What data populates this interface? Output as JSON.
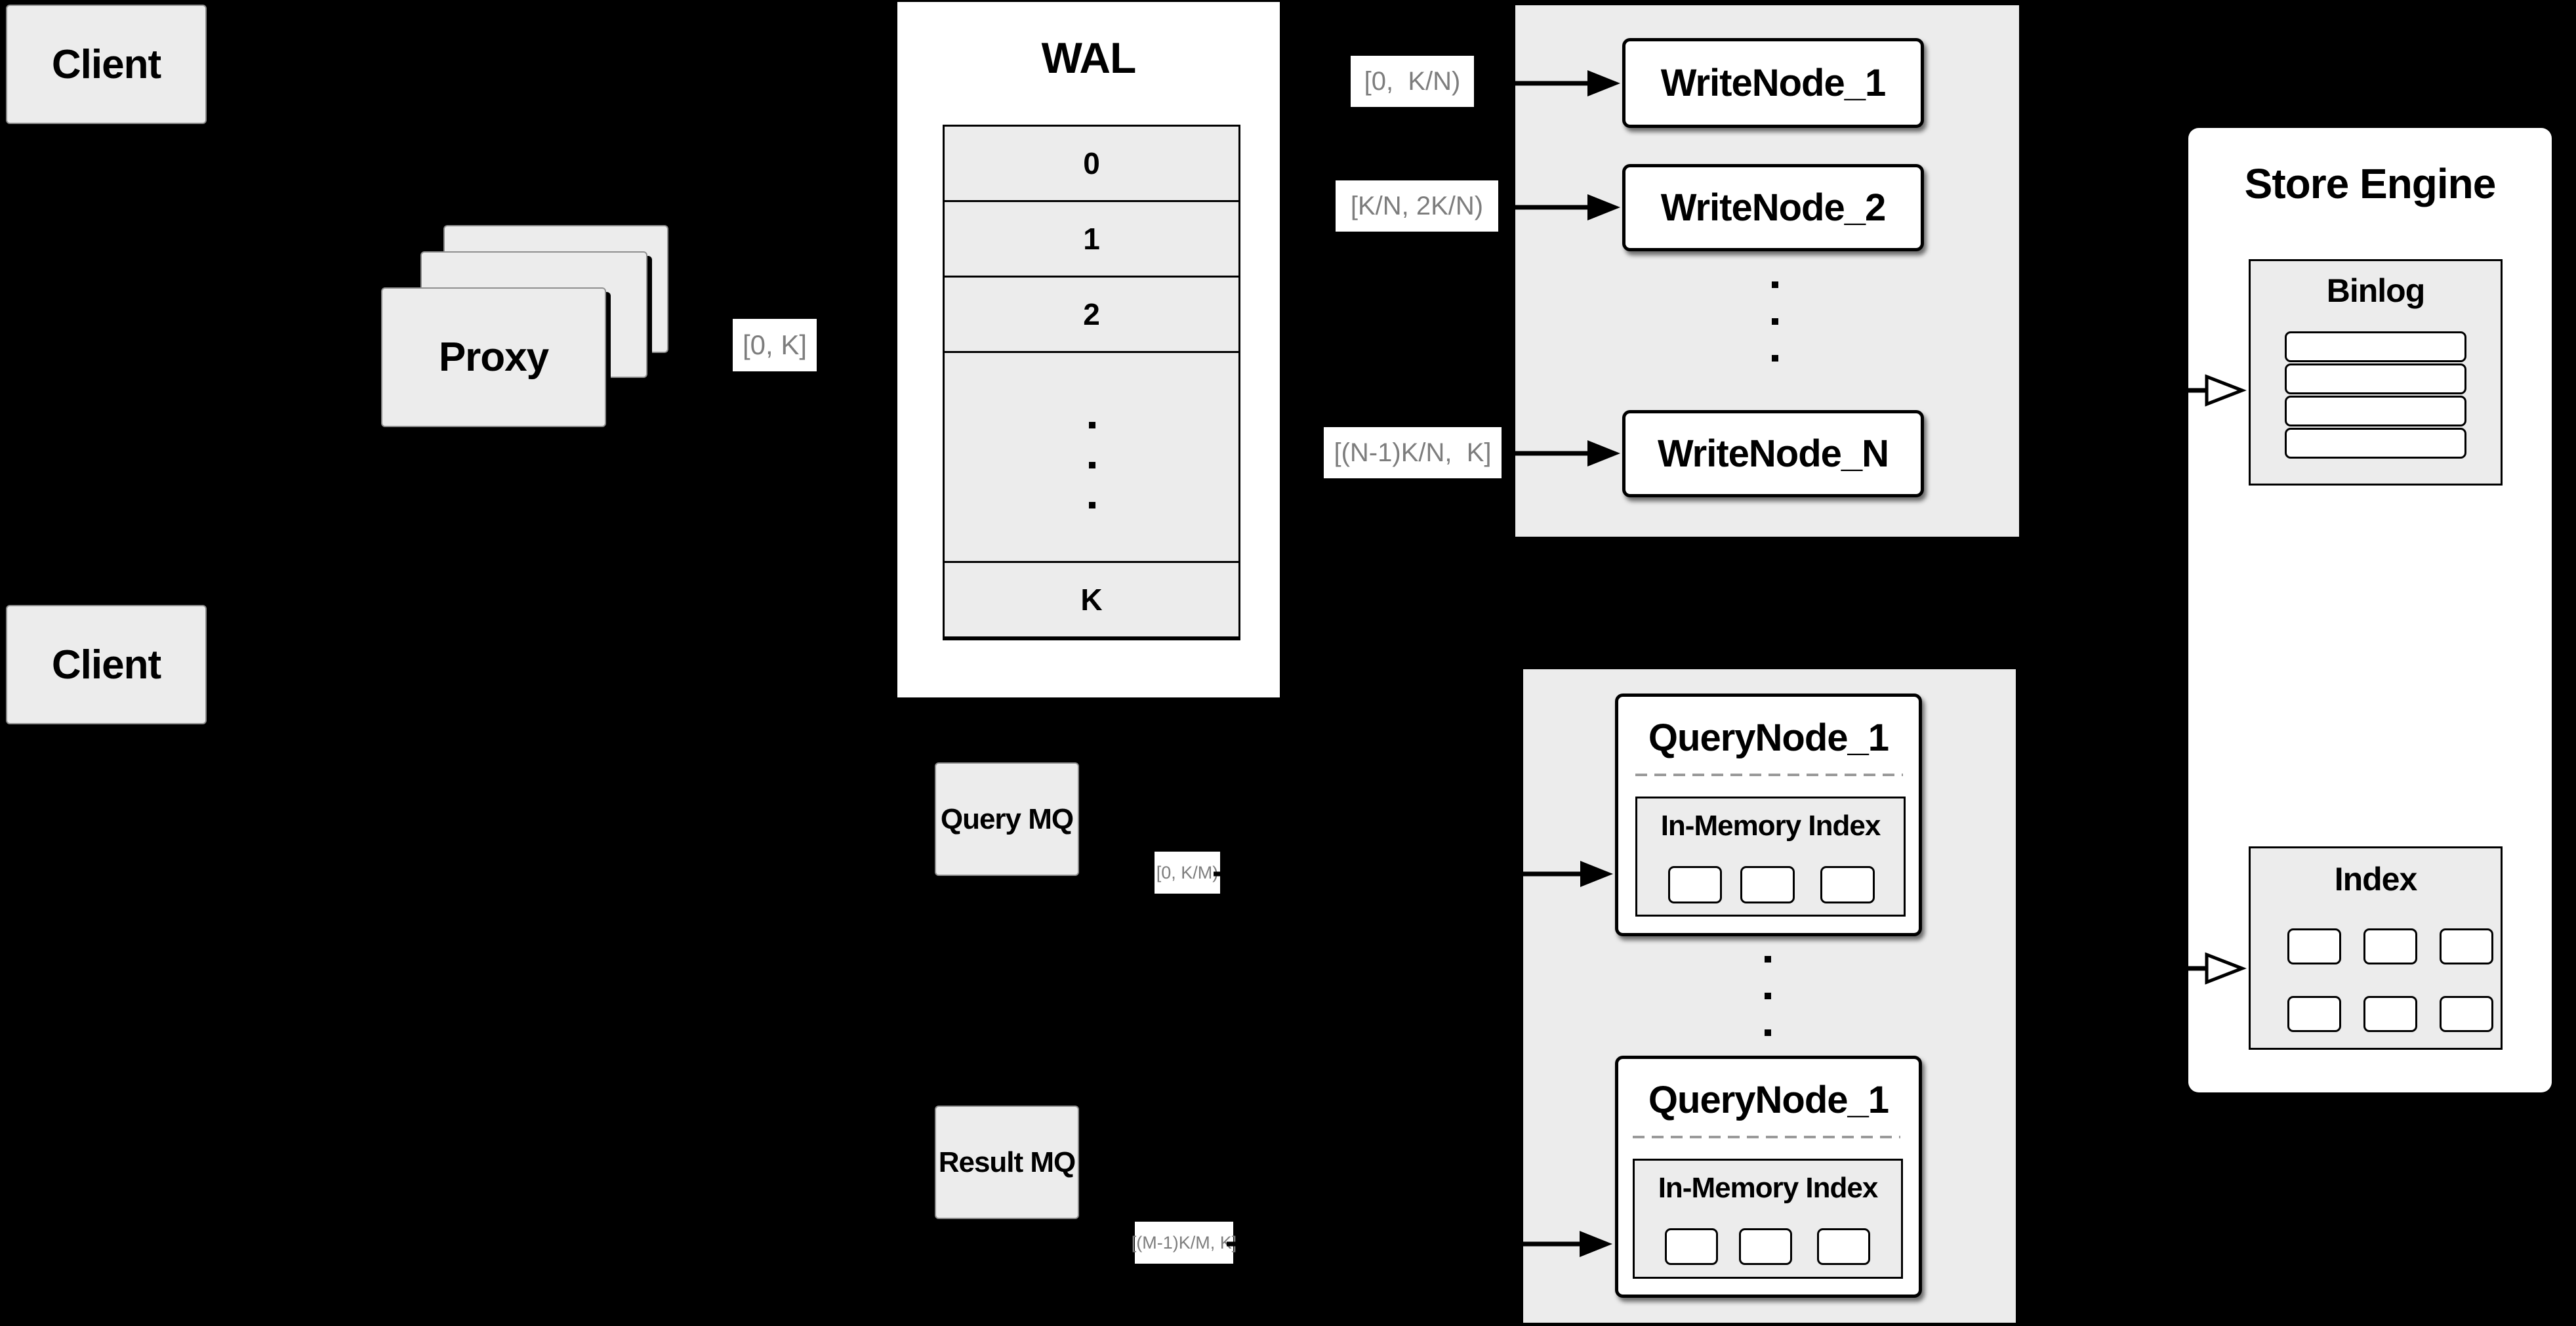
{
  "colors": {
    "background": "#000000",
    "panel_gray": "#ececec",
    "box_white": "#ffffff",
    "border_black": "#000000",
    "range_label_text": "#7d7d7d",
    "dashed_divider": "#9a9a9a"
  },
  "clients": {
    "top_label": "Client",
    "bottom_label": "Client"
  },
  "proxy": {
    "label": "Proxy"
  },
  "wal": {
    "title": "WAL",
    "rows": [
      "0",
      "1",
      "2",
      "K"
    ]
  },
  "range_labels": {
    "proxy_wal": "[0, K]",
    "write_1": "[0,  K/N)",
    "write_2": "[K/N, 2K/N)",
    "write_n": "[(N-1)K/N,  K]",
    "query_top": "[0, K/M)",
    "query_bottom": "[(M-1)K/M, K]"
  },
  "write_cluster": {
    "nodes": [
      "WriteNode_1",
      "WriteNode_2",
      "WriteNode_N"
    ]
  },
  "mq": {
    "query": "Query MQ",
    "result": "Result MQ"
  },
  "query_cluster": {
    "top": {
      "title": "QueryNode_1",
      "index_title": "In-Memory Index"
    },
    "bottom": {
      "title": "QueryNode_1",
      "index_title": "In-Memory Index"
    }
  },
  "store_engine": {
    "title": "Store Engine",
    "binlog": {
      "title": "Binlog"
    },
    "index": {
      "title": "Index"
    }
  }
}
